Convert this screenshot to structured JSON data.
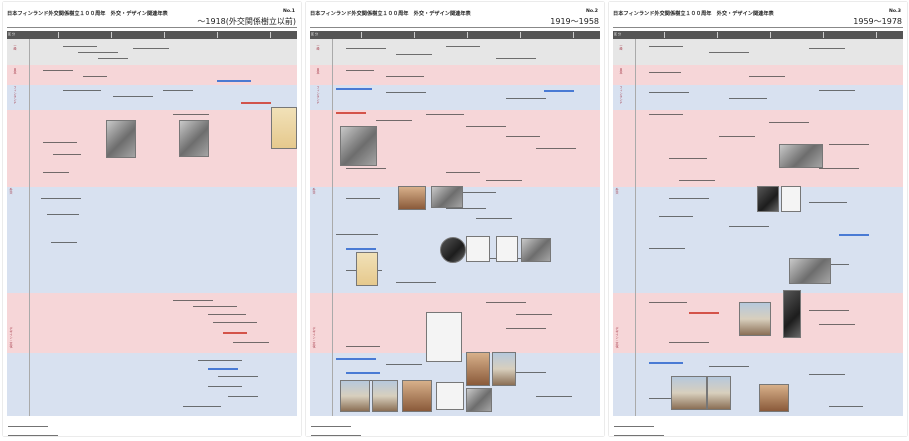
{
  "panels": [
    {
      "title": "日本フィンランド外交関係樹立１００周年　外交・デザイン関連年表",
      "number": "No.1",
      "range": "～1918(外交関係樹立以前)"
    },
    {
      "title": "日本フィンランド外交関係樹立１００周年　外交・デザイン関連年表",
      "number": "No.2",
      "range": "1919～1958"
    },
    {
      "title": "日本フィンランド外交関係樹立１００周年　外交・デザイン関連年表",
      "number": "No.3",
      "range": "1959～1978"
    }
  ],
  "row_labels": {
    "header": "区 分",
    "general": "一般",
    "japan": "日本",
    "finland": "フィンランド",
    "diplomacy": "外交",
    "design": "デザイン・文化"
  },
  "colors": {
    "pink": "#f6d6d8",
    "blue": "#d8e1f0",
    "gray": "#e6e6e6",
    "header": "#555555"
  }
}
